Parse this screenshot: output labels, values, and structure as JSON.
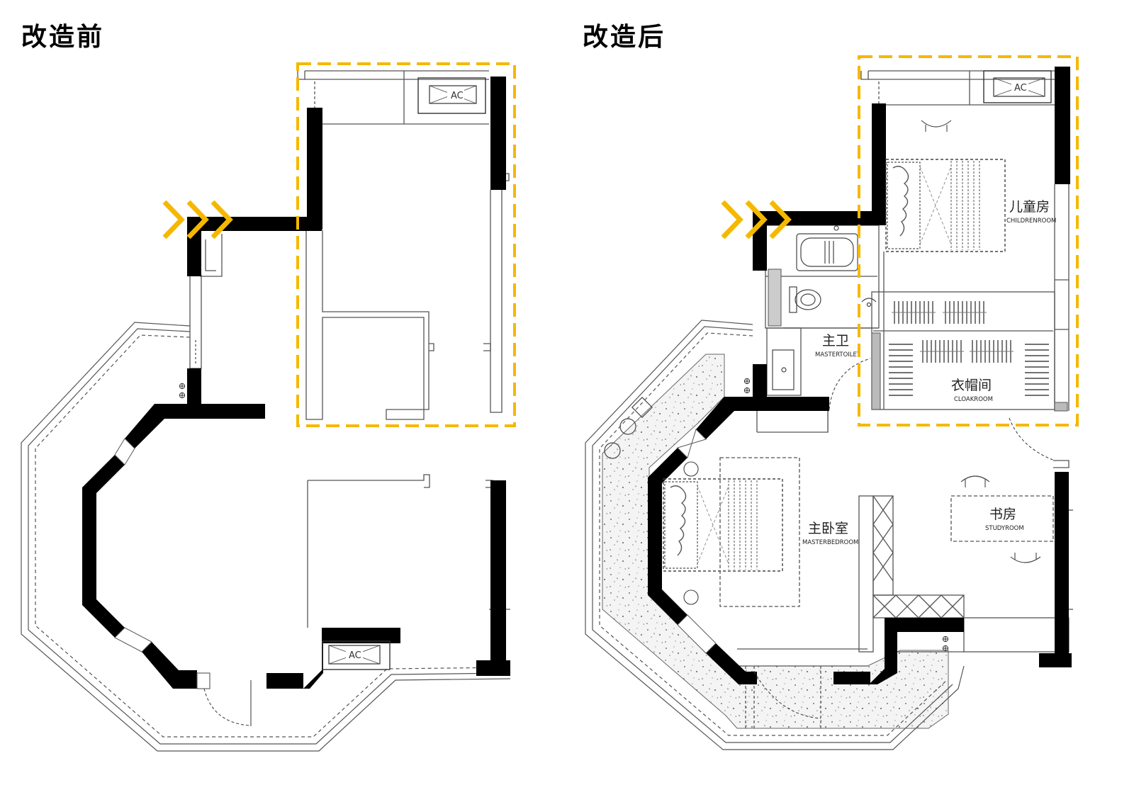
{
  "headings": {
    "before": "改造前",
    "after": "改造后"
  },
  "ac_label": "AC",
  "rooms": {
    "children": {
      "cn": "儿童房",
      "en": "CHILDRENROOM"
    },
    "master_toilet": {
      "cn": "主卫",
      "en": "MASTERTOILET"
    },
    "cloakroom": {
      "cn": "衣帽间",
      "en": "CLOAKROOM"
    },
    "master_bedroom": {
      "cn": "主卧室",
      "en": "MASTERBEDROOM"
    },
    "study": {
      "cn": "书房",
      "en": "STUDYROOM"
    }
  },
  "colors": {
    "wall": "#000000",
    "highlight": "#f5b800",
    "line": "#555555",
    "terrazzo": "#f2f2f2"
  },
  "icons": [
    "entrance-arrow-icon",
    "ac-unit-icon",
    "double-bed-icon",
    "bathtub-icon",
    "toilet-icon",
    "sink-icon",
    "wardrobe-icon",
    "door-swing-icon",
    "outlet-icon"
  ]
}
